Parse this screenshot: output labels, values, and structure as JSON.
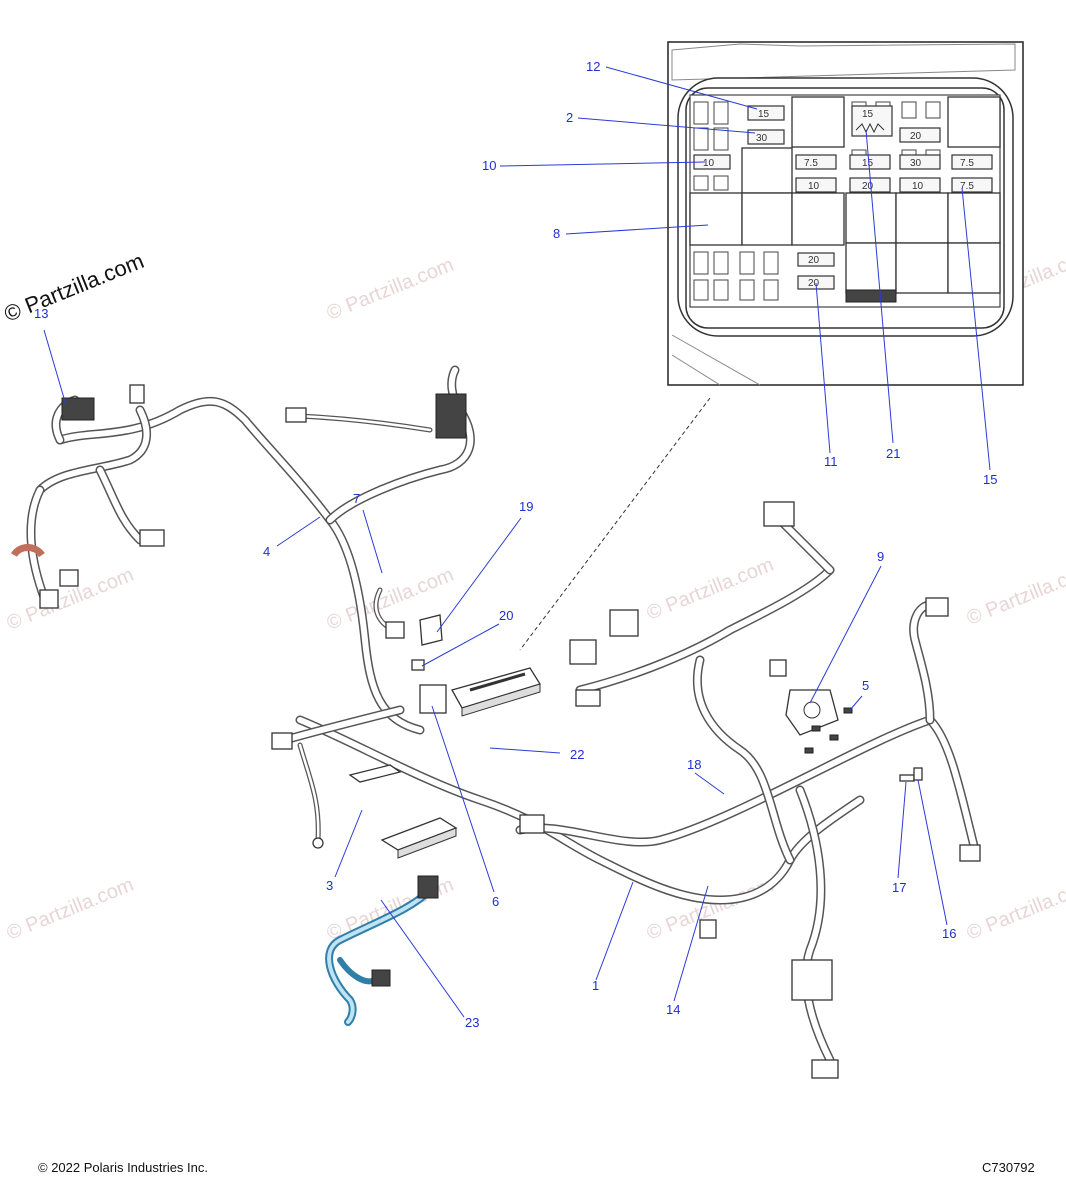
{
  "watermark": {
    "main": "© Partzilla.com",
    "repeat": "© Partzilla.com"
  },
  "callouts": [
    {
      "label": "12"
    },
    {
      "label": "2"
    },
    {
      "label": "10"
    },
    {
      "label": "8"
    },
    {
      "label": "11"
    },
    {
      "label": "21"
    },
    {
      "label": "15"
    },
    {
      "label": "13"
    },
    {
      "label": "4"
    },
    {
      "label": "7"
    },
    {
      "label": "19"
    },
    {
      "label": "20"
    },
    {
      "label": "9"
    },
    {
      "label": "5"
    },
    {
      "label": "22"
    },
    {
      "label": "18"
    },
    {
      "label": "3"
    },
    {
      "label": "6"
    },
    {
      "label": "17"
    },
    {
      "label": "16"
    },
    {
      "label": "1"
    },
    {
      "label": "14"
    },
    {
      "label": "23"
    }
  ],
  "fuse_labels": [
    "15",
    "30",
    "10",
    "15",
    "20",
    "7.5",
    "15",
    "30",
    "7.5",
    "10",
    "20",
    "10",
    "7.5",
    "20",
    "20"
  ],
  "footer": {
    "copyright": "© 2022 Polaris Industries Inc.",
    "code": "C730792"
  }
}
